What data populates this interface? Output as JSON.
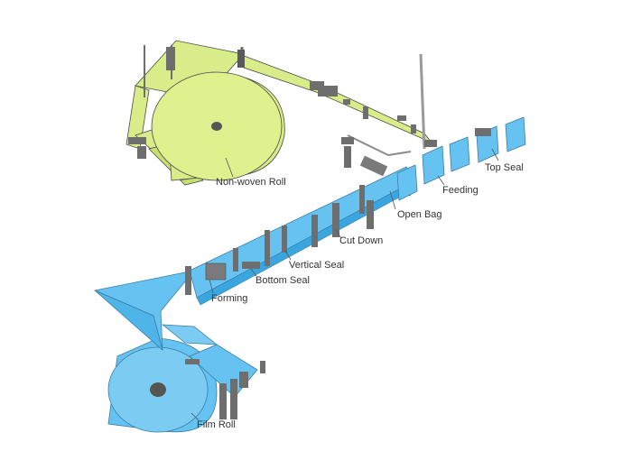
{
  "diagram": {
    "labels": {
      "non_woven_roll": "Non-woven Roll",
      "top_seal": "Top Seal",
      "feeding": "Feeding",
      "open_bag": "Open Bag",
      "cut_down": "Cut Down",
      "vertical_seal": "Vertical Seal",
      "bottom_seal": "Bottom Seal",
      "forming": "Forming",
      "film_roll": "Film Roll"
    },
    "colors": {
      "nonwoven": "#d8ec8a",
      "nonwoven_dark": "#b8d060",
      "film": "#66c2f0",
      "film_dark": "#3aa6e0",
      "machine": "#6e6e6e",
      "outline": "#4a4a4a"
    }
  }
}
